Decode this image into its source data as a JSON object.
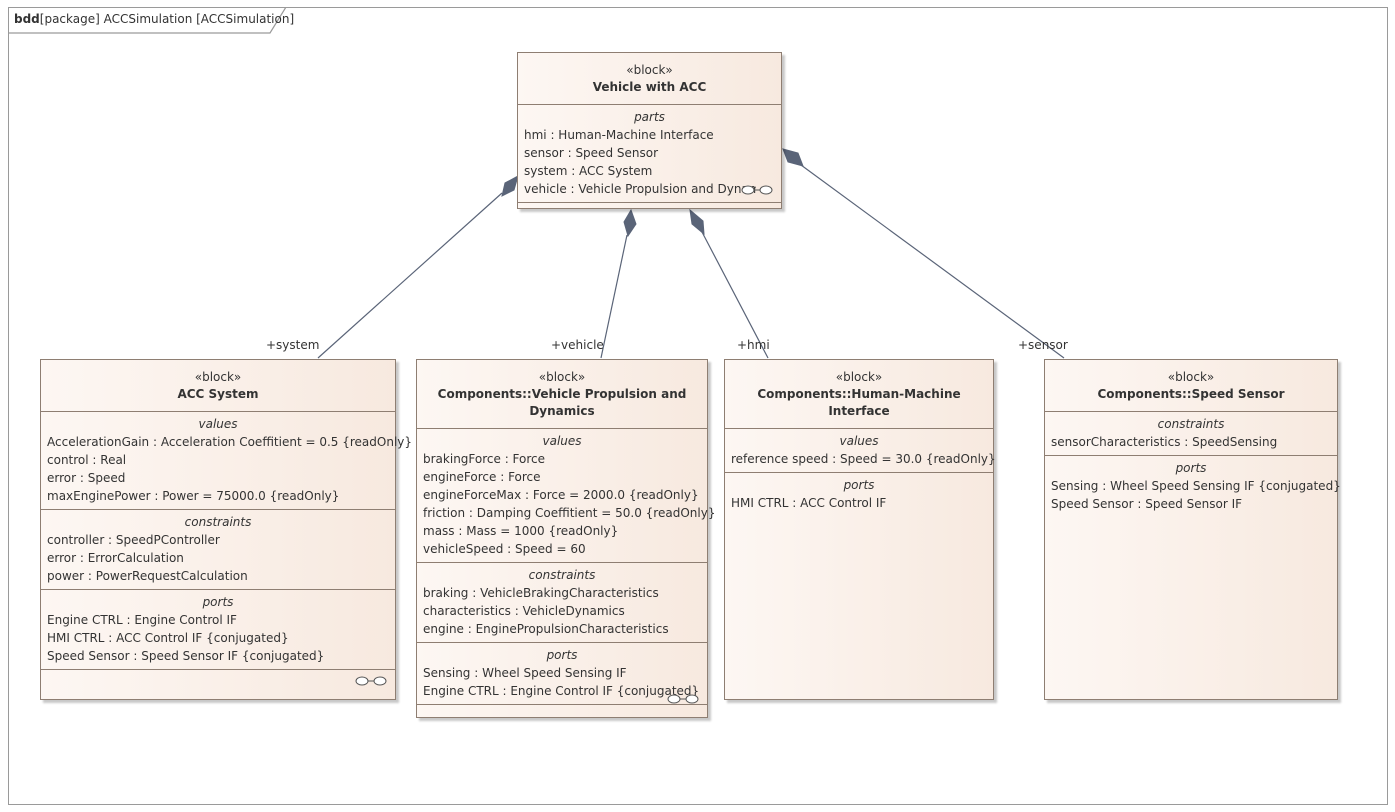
{
  "frame": {
    "kind": "bdd",
    "title": "[package] ACCSimulation [ACCSimulation]"
  },
  "stereotype": "«block»",
  "blocks": {
    "vehicle_acc": {
      "name": "Vehicle with ACC",
      "parts_title": "parts",
      "parts": [
        "hmi : Human-Machine Interface",
        "sensor : Speed Sensor",
        "system : ACC System",
        "vehicle : Vehicle Propulsion and Dynami"
      ]
    },
    "acc_system": {
      "name": "ACC System",
      "values_title": "values",
      "values": [
        "AccelerationGain : Acceleration Coeffitient = 0.5 {readOnly}",
        "control : Real",
        "error : Speed",
        "maxEnginePower : Power = 75000.0 {readOnly}"
      ],
      "constraints_title": "constraints",
      "constraints": [
        "controller : SpeedPController",
        "error : ErrorCalculation",
        "power : PowerRequestCalculation"
      ],
      "ports_title": "ports",
      "ports": [
        "Engine CTRL : Engine Control IF",
        "HMI CTRL : ACC Control IF {conjugated}",
        "Speed Sensor : Speed Sensor IF {conjugated}"
      ]
    },
    "vehicle_propulsion": {
      "name": "Components::Vehicle Propulsion and Dynamics",
      "values_title": "values",
      "values": [
        "brakingForce : Force",
        "engineForce : Force",
        "engineForceMax : Force = 2000.0 {readOnly}",
        "friction : Damping Coeffitient = 50.0 {readOnly}",
        "mass : Mass = 1000 {readOnly}",
        "vehicleSpeed : Speed = 60"
      ],
      "constraints_title": "constraints",
      "constraints": [
        "braking : VehicleBrakingCharacteristics",
        "characteristics : VehicleDynamics",
        "engine : EnginePropulsionCharacteristics"
      ],
      "ports_title": "ports",
      "ports": [
        "Sensing : Wheel Speed Sensing IF",
        "Engine CTRL : Engine Control IF {conjugated}"
      ]
    },
    "hmi": {
      "name": "Components::Human-Machine Interface",
      "values_title": "values",
      "values": [
        "reference speed : Speed = 30.0 {readOnly}"
      ],
      "ports_title": "ports",
      "ports": [
        "HMI CTRL : ACC Control IF"
      ]
    },
    "speed_sensor": {
      "name": "Components::Speed Sensor",
      "constraints_title": "constraints",
      "constraints": [
        "sensorCharacteristics : SpeedSensing"
      ],
      "ports_title": "ports",
      "ports": [
        "Sensing : Wheel Speed Sensing IF {conjugated}",
        "Speed Sensor : Speed Sensor IF"
      ]
    }
  },
  "roles": {
    "system": "+system",
    "vehicle": "+vehicle",
    "hmi": "+hmi",
    "sensor": "+sensor"
  },
  "colors": {
    "block_border": "#8e7e72",
    "composition_diamond": "#5a6478",
    "link_line": "#5a6478"
  }
}
